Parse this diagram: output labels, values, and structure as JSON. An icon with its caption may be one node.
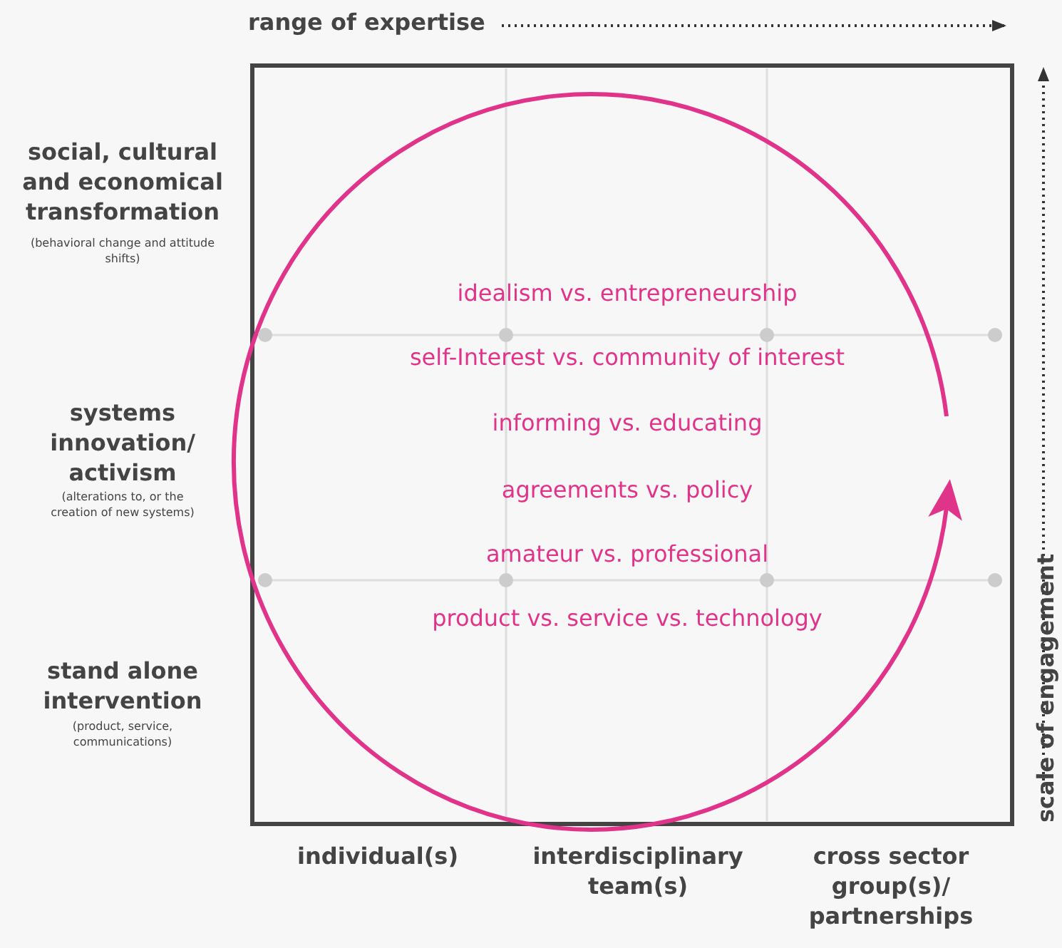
{
  "diagram": {
    "labels": [
      "range of expertise",
      "social, cultural and economical transformation",
      "(behavioral change and attitude shifts)",
      "idealism vs. entrepreneurship",
      "self-Interest vs. community of interest",
      "systems innovation/ activism",
      "informing vs. educating",
      "(alterations to, or the creation of new systems)",
      "agreements vs. policy",
      "amateur vs. professional",
      "product vs. service vs. technology",
      "stand alone intervention",
      "(product, service, communications)",
      "scale of engagement",
      "individual(s)",
      "interdisciplinary team(s)",
      "cross sector group(s)/ partnerships"
    ]
  }
}
